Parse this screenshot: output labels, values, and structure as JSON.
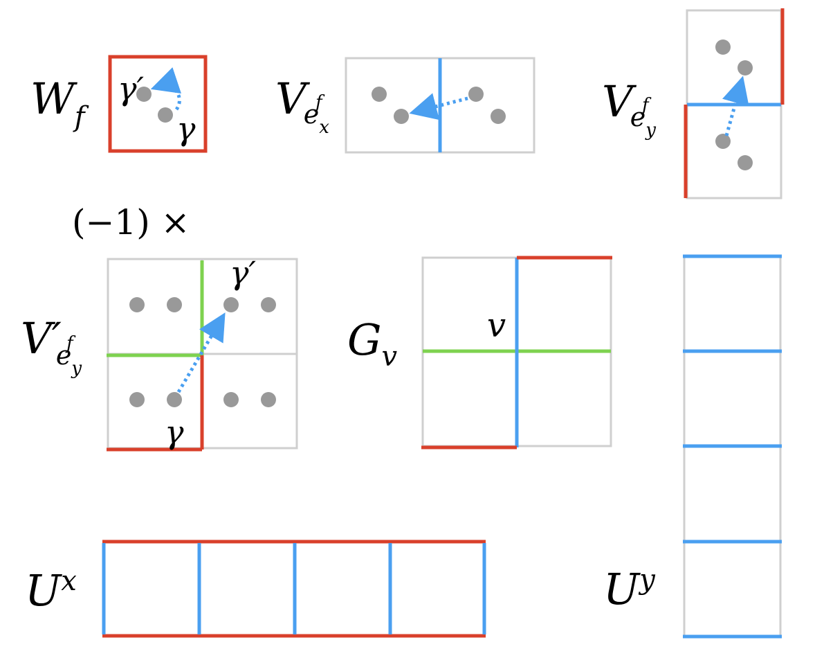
{
  "labels": {
    "W": "W",
    "W_sub": "f",
    "gamma": "γ",
    "gamma_prime": "γ′",
    "V": "V",
    "V_prime": "V′",
    "e": "e",
    "f": "f",
    "x": "x",
    "y": "y",
    "minus_one_times": "(−1) ×",
    "G": "G",
    "v": "v",
    "U": "U"
  },
  "colors": {
    "red": "#d9402b",
    "blue": "#4a9ff0",
    "green": "#7ed24f",
    "gray": "#cfcfcf",
    "dot": "#999999"
  }
}
